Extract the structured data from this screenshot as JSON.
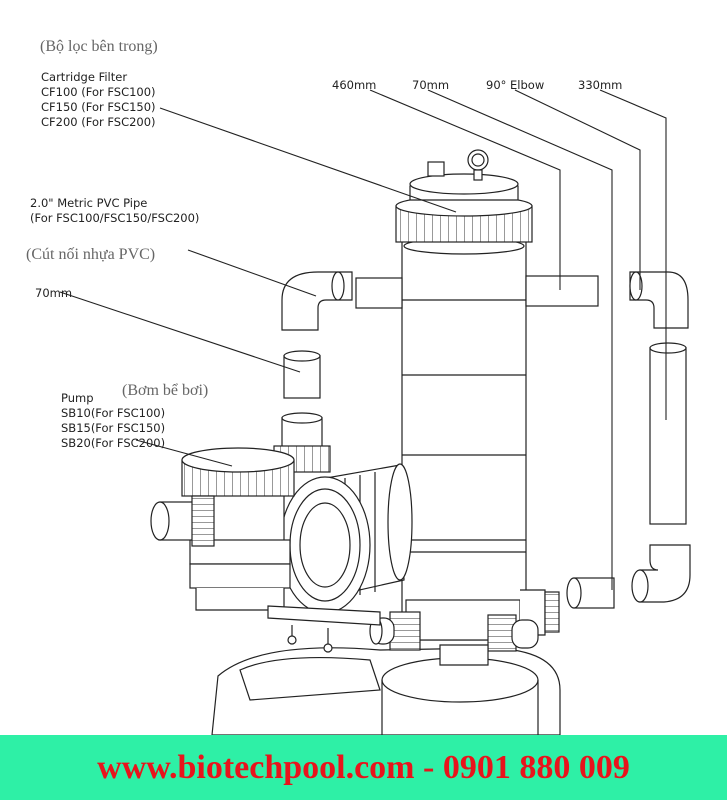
{
  "labels": {
    "filter_vi": "(Bộ lọc bên trong)",
    "filter_title": "Cartridge Filter",
    "filter_models": [
      "CF100 (For FSC100)",
      "CF150 (For FSC150)",
      "CF200 (For FSC200)"
    ],
    "pipe_title": "2.0\" Metric PVC Pipe",
    "pipe_sub": "(For FSC100/FSC150/FSC200)",
    "pipe_vi": "(Cút nối nhựa PVC)",
    "len_70_left": "70mm",
    "len_460": "460mm",
    "len_70_top": "70mm",
    "elbow": "90° Elbow",
    "len_330": "330mm",
    "pump_vi": "(Bơm bể bơi)",
    "pump_title": "Pump",
    "pump_models": [
      "SB10(For FSC100)",
      "SB15(For FSC150)",
      "SB20(For FSC200)"
    ]
  },
  "banner": {
    "text": "www.biotechpool.com - 0901 880 009",
    "background": "#2ef0a6",
    "text_color": "#e8141c"
  }
}
